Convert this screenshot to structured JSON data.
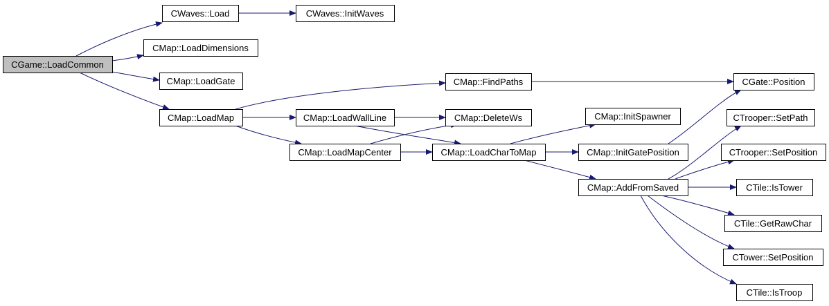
{
  "colors": {
    "edge": "#191970",
    "node_border": "#000000",
    "node_fill": "#ffffff",
    "root_fill": "#bfbfbf"
  },
  "nodes": [
    {
      "id": "loadcommon",
      "label": "CGame::LoadCommon",
      "root": true
    },
    {
      "id": "waves_load",
      "label": "CWaves::Load"
    },
    {
      "id": "initwaves",
      "label": "CWaves::InitWaves"
    },
    {
      "id": "loaddims",
      "label": "CMap::LoadDimensions"
    },
    {
      "id": "loadgate",
      "label": "CMap::LoadGate"
    },
    {
      "id": "loadmap",
      "label": "CMap::LoadMap"
    },
    {
      "id": "findpaths",
      "label": "CMap::FindPaths"
    },
    {
      "id": "gatepos",
      "label": "CGate::Position"
    },
    {
      "id": "loadwallline",
      "label": "CMap::LoadWallLine"
    },
    {
      "id": "deletews",
      "label": "CMap::DeleteWs"
    },
    {
      "id": "loadmapcenter",
      "label": "CMap::LoadMapCenter"
    },
    {
      "id": "loadchartomap",
      "label": "CMap::LoadCharToMap"
    },
    {
      "id": "initspawner",
      "label": "CMap::InitSpawner"
    },
    {
      "id": "initgatepos",
      "label": "CMap::InitGatePosition"
    },
    {
      "id": "addfromsaved",
      "label": "CMap::AddFromSaved"
    },
    {
      "id": "setpath",
      "label": "CTrooper::SetPath"
    },
    {
      "id": "trooper_setpos",
      "label": "CTrooper::SetPosition"
    },
    {
      "id": "istower",
      "label": "CTile::IsTower"
    },
    {
      "id": "getrawchar",
      "label": "CTile::GetRawChar"
    },
    {
      "id": "tower_setpos",
      "label": "CTower::SetPosition"
    },
    {
      "id": "istroop",
      "label": "CTile::IsTroop"
    }
  ],
  "edges": [
    [
      "loadcommon",
      "waves_load"
    ],
    [
      "loadcommon",
      "loaddims"
    ],
    [
      "loadcommon",
      "loadgate"
    ],
    [
      "loadcommon",
      "loadmap"
    ],
    [
      "waves_load",
      "initwaves"
    ],
    [
      "loadmap",
      "findpaths"
    ],
    [
      "loadmap",
      "loadwallline"
    ],
    [
      "loadmap",
      "loadmapcenter"
    ],
    [
      "findpaths",
      "gatepos"
    ],
    [
      "loadwallline",
      "deletews"
    ],
    [
      "loadwallline",
      "loadchartomap"
    ],
    [
      "loadmapcenter",
      "deletews"
    ],
    [
      "loadmapcenter",
      "loadchartomap"
    ],
    [
      "loadchartomap",
      "initspawner"
    ],
    [
      "loadchartomap",
      "initgatepos"
    ],
    [
      "loadchartomap",
      "addfromsaved"
    ],
    [
      "initgatepos",
      "gatepos"
    ],
    [
      "addfromsaved",
      "setpath"
    ],
    [
      "addfromsaved",
      "trooper_setpos"
    ],
    [
      "addfromsaved",
      "istower"
    ],
    [
      "addfromsaved",
      "getrawchar"
    ],
    [
      "addfromsaved",
      "tower_setpos"
    ],
    [
      "addfromsaved",
      "istroop"
    ]
  ]
}
